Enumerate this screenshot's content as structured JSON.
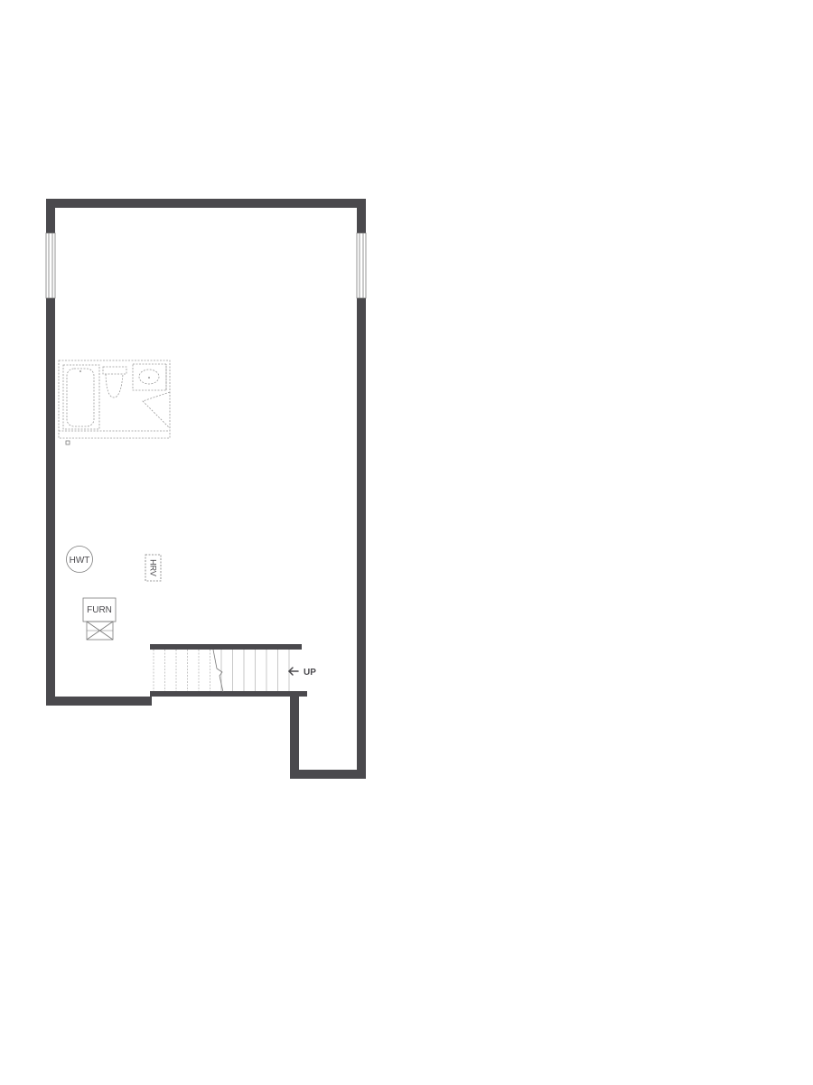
{
  "floor_plan": {
    "colors": {
      "wall": "#4a494d",
      "fixture_dash": "#9a9a9a",
      "line": "#7a7a7a",
      "background": "#ffffff"
    },
    "labels": {
      "hwt": "HWT",
      "hrv": "HRV",
      "furnace": "FURN",
      "stair_direction": "UP"
    },
    "icons": {
      "stair_arrow": "arrow-left-icon"
    }
  }
}
